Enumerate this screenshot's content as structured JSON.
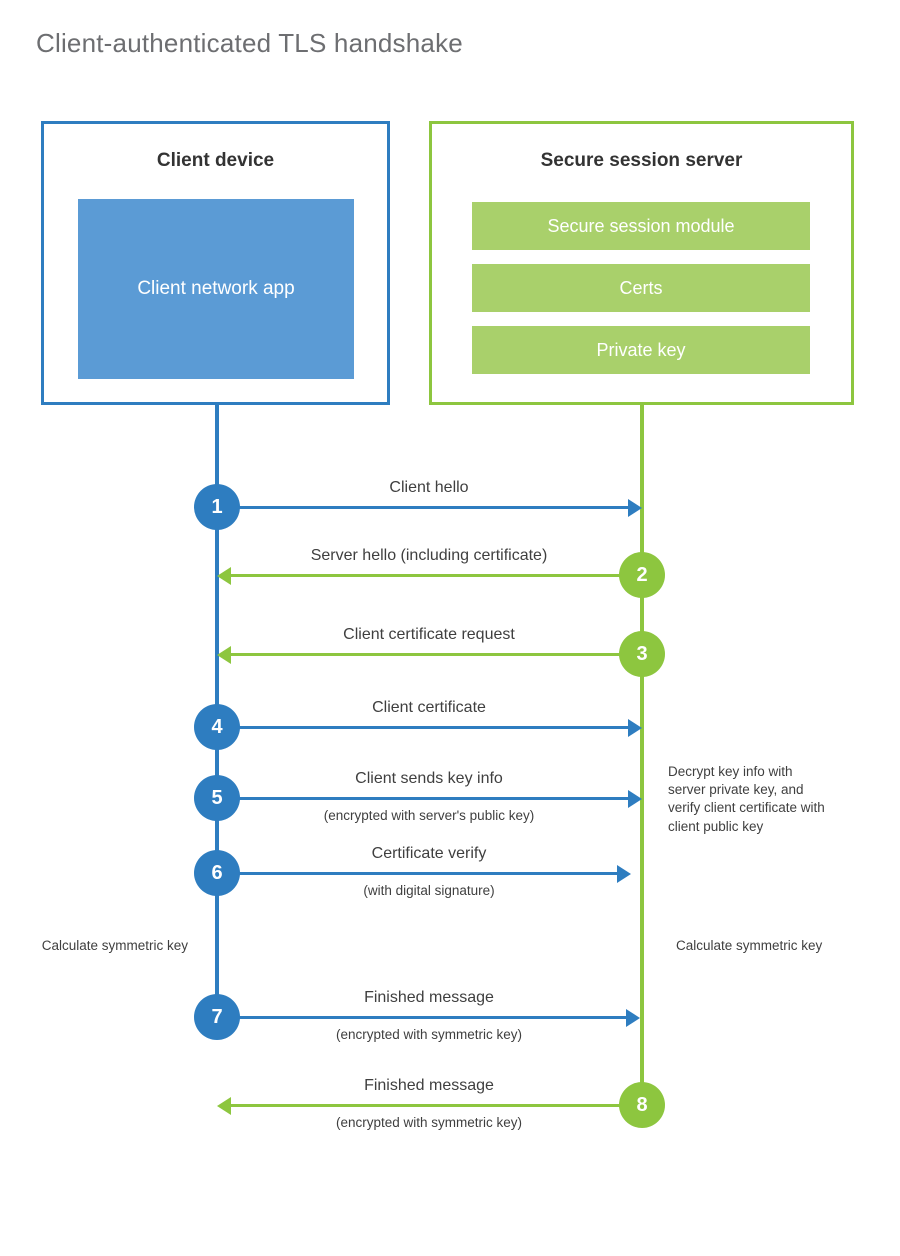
{
  "title": "Client-authenticated TLS handshake",
  "colors": {
    "client_accent": "#2e7dc0",
    "client_app_fill": "#5b9bd5",
    "server_accent": "#8dc63f",
    "server_block_fill": "#a9d06b",
    "title_text": "#6d6e71",
    "body_text": "#3f3f3f",
    "background": "#ffffff"
  },
  "client": {
    "title": "Client device",
    "app_label": "Client network app"
  },
  "server": {
    "title": "Secure session server",
    "blocks": [
      {
        "label": "Secure session module"
      },
      {
        "label": "Certs"
      },
      {
        "label": "Private key"
      }
    ]
  },
  "annotations": {
    "server_decrypt": "Decrypt key info with server private key, and verify client certificate with client public key",
    "client_calc": "Calculate symmetric key",
    "server_calc": "Calculate symmetric key"
  },
  "steps": [
    {
      "number": "1",
      "label": "Client hello",
      "sublabel": "",
      "direction": "client-to-server",
      "color": "blue"
    },
    {
      "number": "2",
      "label": "Server hello (including certificate)",
      "sublabel": "",
      "direction": "server-to-client",
      "color": "green"
    },
    {
      "number": "3",
      "label": "Client certificate request",
      "sublabel": "",
      "direction": "server-to-client",
      "color": "green"
    },
    {
      "number": "4",
      "label": "Client certificate",
      "sublabel": "",
      "direction": "client-to-server",
      "color": "blue"
    },
    {
      "number": "5",
      "label": "Client sends key info",
      "sublabel": "(encrypted with server's public key)",
      "direction": "client-to-server",
      "color": "blue"
    },
    {
      "number": "6",
      "label": "Certificate verify",
      "sublabel": "(with digital signature)",
      "direction": "client-to-server",
      "color": "blue"
    },
    {
      "number": "7",
      "label": "Finished message",
      "sublabel": "(encrypted with symmetric key)",
      "direction": "client-to-server",
      "color": "blue"
    },
    {
      "number": "8",
      "label": "Finished message",
      "sublabel": "(encrypted with symmetric key)",
      "direction": "server-to-client",
      "color": "green"
    }
  ]
}
